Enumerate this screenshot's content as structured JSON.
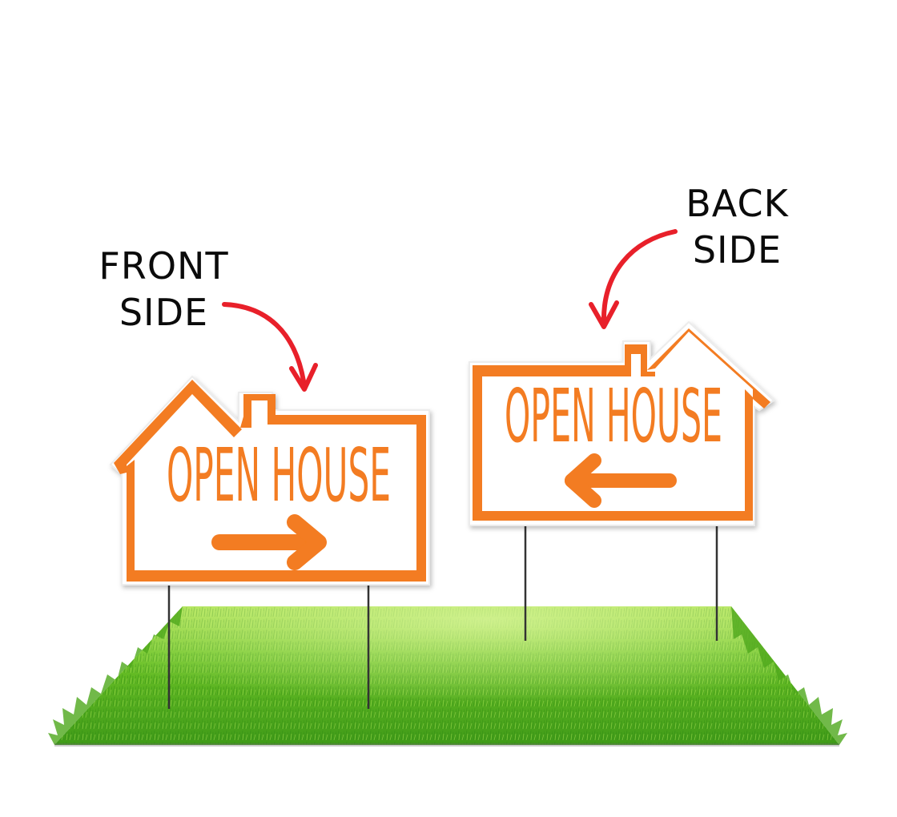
{
  "labels": {
    "front": {
      "line1": "FRONT",
      "line2": "SIDE"
    },
    "back": {
      "line1": "BACK",
      "line2": "SIDE"
    }
  },
  "signs": {
    "front": {
      "text": "OPEN HOUSE",
      "arrow_direction": "right"
    },
    "back": {
      "text": "OPEN HOUSE",
      "arrow_direction": "left"
    }
  },
  "colors": {
    "sign_orange": "#F37C20",
    "callout_arrow_red": "#E8202A",
    "label_text": "#0B0B0B",
    "grass_light": "#7DD12A",
    "grass_dark": "#2F8A12",
    "background": "#FFFFFF",
    "stake": "#333333"
  },
  "icons": {
    "front_callout": "curved-arrow-down-right-icon",
    "back_callout": "curved-arrow-down-left-icon",
    "front_sign_arrow": "arrow-right-icon",
    "back_sign_arrow": "arrow-left-icon"
  }
}
